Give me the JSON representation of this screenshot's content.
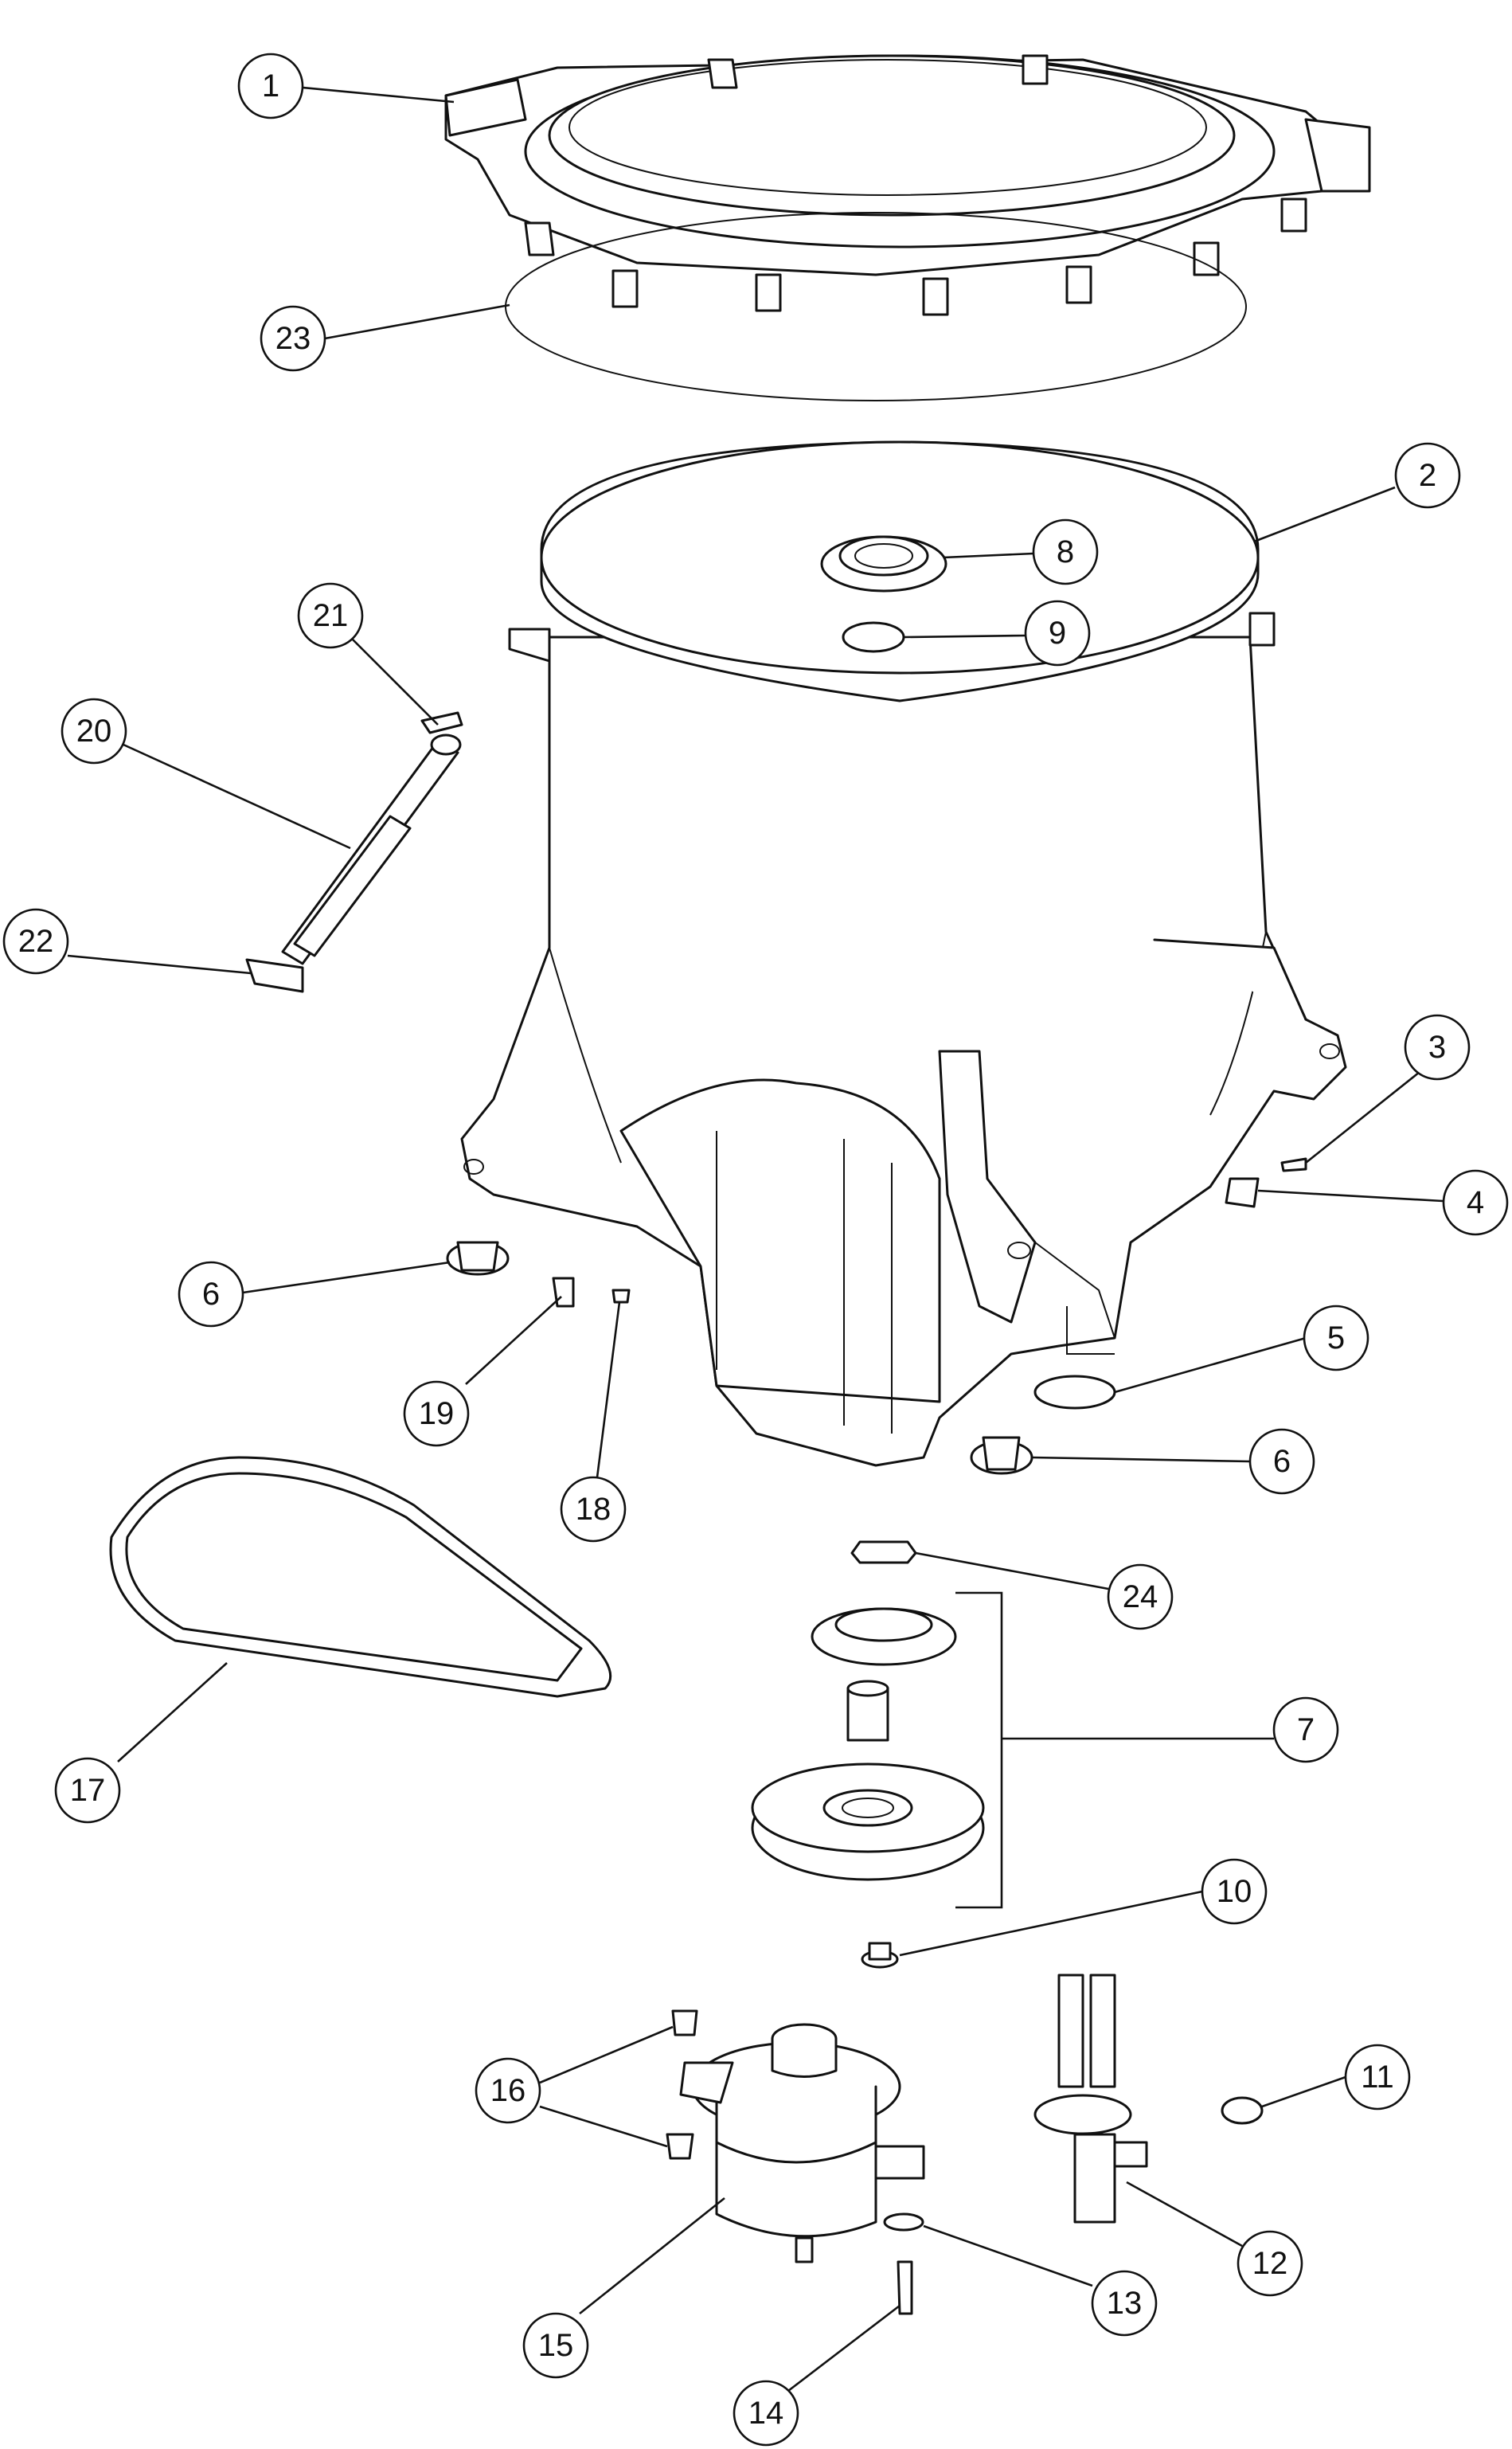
{
  "callouts": [
    {
      "id": "c1",
      "label": "1"
    },
    {
      "id": "c2",
      "label": "2"
    },
    {
      "id": "c3",
      "label": "3"
    },
    {
      "id": "c4",
      "label": "4"
    },
    {
      "id": "c5",
      "label": "5"
    },
    {
      "id": "c6a",
      "label": "6"
    },
    {
      "id": "c6b",
      "label": "6"
    },
    {
      "id": "c7",
      "label": "7"
    },
    {
      "id": "c8",
      "label": "8"
    },
    {
      "id": "c9",
      "label": "9"
    },
    {
      "id": "c10",
      "label": "10"
    },
    {
      "id": "c11",
      "label": "11"
    },
    {
      "id": "c12",
      "label": "12"
    },
    {
      "id": "c13",
      "label": "13"
    },
    {
      "id": "c14",
      "label": "14"
    },
    {
      "id": "c15",
      "label": "15"
    },
    {
      "id": "c16",
      "label": "16"
    },
    {
      "id": "c17",
      "label": "17"
    },
    {
      "id": "c18",
      "label": "18"
    },
    {
      "id": "c19",
      "label": "19"
    },
    {
      "id": "c20",
      "label": "20"
    },
    {
      "id": "c21",
      "label": "21"
    },
    {
      "id": "c22",
      "label": "22"
    },
    {
      "id": "c23",
      "label": "23"
    },
    {
      "id": "c24",
      "label": "24"
    }
  ]
}
